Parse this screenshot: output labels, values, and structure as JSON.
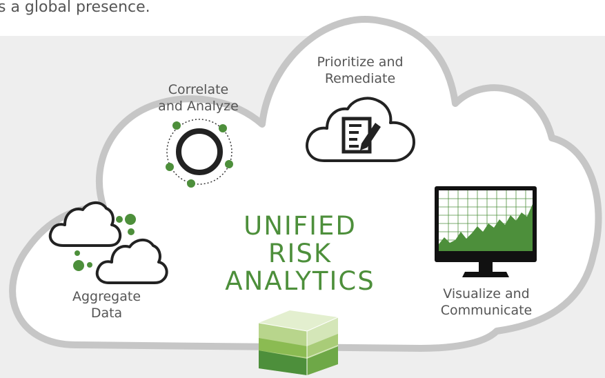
{
  "intro_text": "s a global presence.",
  "center_title": [
    "UNIFIED",
    "RISK",
    "ANALYTICS"
  ],
  "steps": {
    "correlate": {
      "line1": "Correlate",
      "line2": "and Analyze"
    },
    "prioritize": {
      "line1": "Prioritize and",
      "line2": "Remediate"
    },
    "aggregate": {
      "line1": "Aggregate",
      "line2": "Data"
    },
    "visualize": {
      "line1": "Visualize and",
      "line2": "Communicate"
    }
  },
  "colors": {
    "accent_green": "#4d8f3b",
    "text_gray": "#555555",
    "cloud_border": "#c6c6c6",
    "background_band": "#eeeeee"
  },
  "icons": [
    "rings-icon",
    "cloud-document-icon",
    "clouds-icon",
    "monitor-chart-icon",
    "data-cube-icon"
  ]
}
